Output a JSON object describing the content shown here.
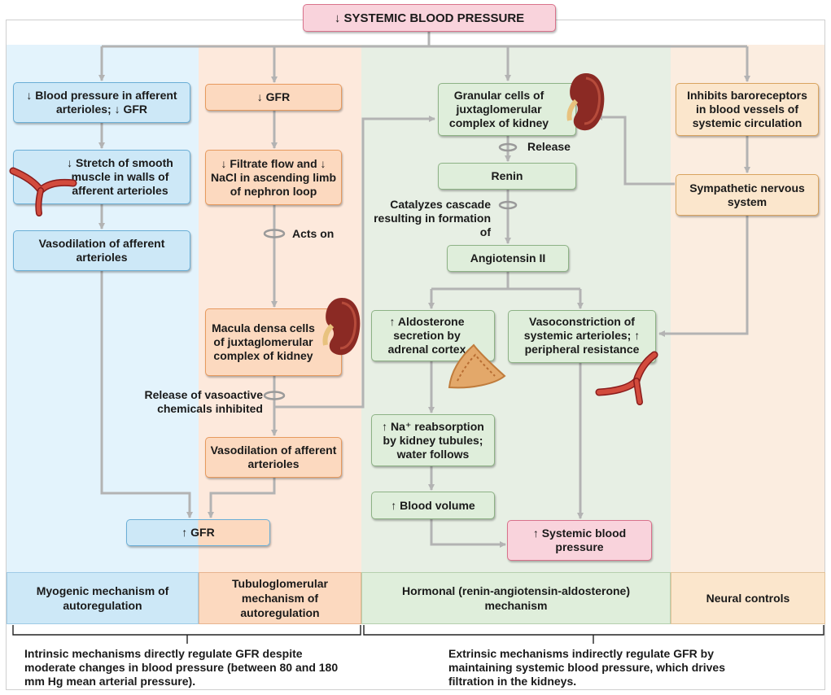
{
  "title": "↓ SYSTEMIC BLOOD PRESSURE",
  "columns": {
    "myogenic": {
      "boxes": [
        "↓ Blood pressure in afferent arterioles; ↓ GFR",
        "↓ Stretch of smooth muscle in walls of afferent arterioles",
        "Vasodilation of afferent arterioles"
      ]
    },
    "tubulo": {
      "boxes": [
        "↓ GFR",
        "↓ Filtrate flow and ↓ NaCl in ascending limb of nephron loop",
        "Macula densa cells of juxtaglomerular complex of kidney",
        "Vasodilation of afferent arterioles"
      ],
      "label_acts_on": "Acts on",
      "label_release": "Release of vasoactive chemicals inhibited"
    },
    "hormonal": {
      "boxes": [
        "Granular cells of juxtaglomerular complex of kidney",
        "Renin",
        "Angiotensin II",
        "↑ Aldosterone secretion by adrenal cortex",
        "Vasoconstriction of systemic arterioles; ↑ peripheral resistance",
        "↑ Na⁺ reabsorption by kidney tubules; water follows",
        "↑ Blood volume"
      ],
      "label_release": "Release",
      "label_catalyzes": "Catalyzes cascade resulting in formation of"
    },
    "neural": {
      "boxes": [
        "Inhibits baroreceptors in blood vessels of systemic circulation",
        "Sympathetic nervous system"
      ]
    }
  },
  "outcomes": {
    "gfr": "↑ GFR",
    "systemic": "↑ Systemic blood pressure"
  },
  "footer": {
    "myogenic": "Myogenic mechanism of autoregulation",
    "tubulo": "Tubuloglomerular mechanism of autoregulation",
    "hormonal": "Hormonal (renin-angiotensin-aldosterone) mechanism",
    "neural": "Neural controls"
  },
  "notes": {
    "intrinsic_bold": "Intrinsic mechanisms",
    "intrinsic_rest": " directly regulate GFR despite moderate changes in blood pressure (between 80 and 180 mm Hg mean arterial pressure).",
    "extrinsic_bold": "Extrinsic mechanisms",
    "extrinsic_rest": " indirectly regulate GFR by maintaining systemic blood pressure, which drives filtration in the kidneys."
  },
  "colors": {
    "myogenic_bg": "#e3f3fc",
    "tubulo_bg": "#fde9dc",
    "hormonal_bg": "#e7efe4",
    "neural_bg": "#fbede0",
    "arrow": "#b3b3b3"
  }
}
